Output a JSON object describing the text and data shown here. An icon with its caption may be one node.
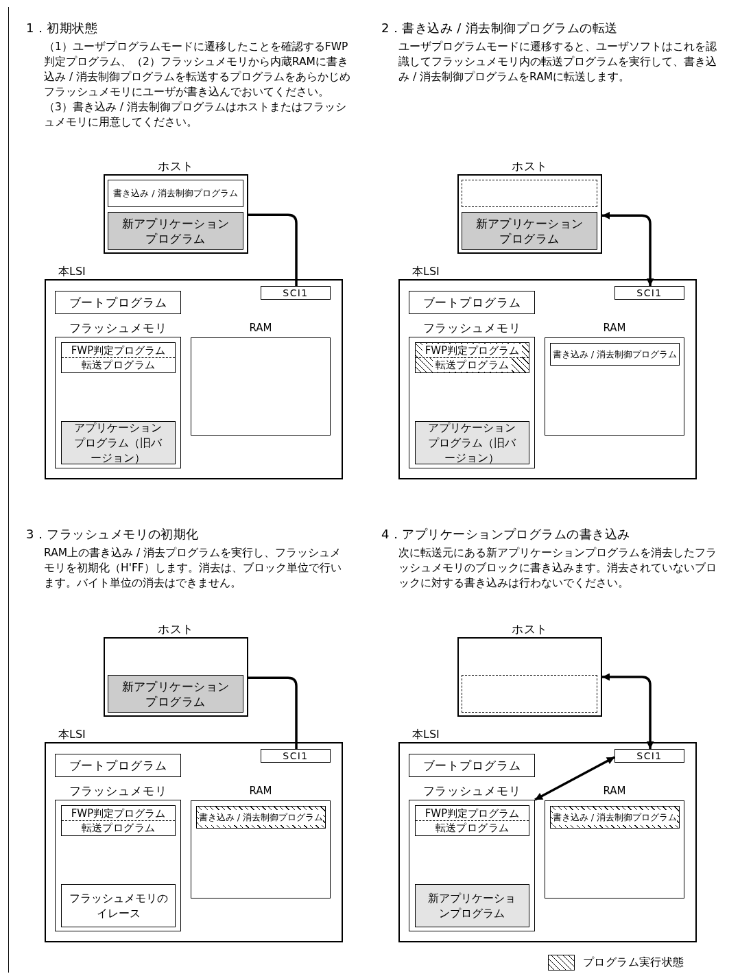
{
  "diagram": {
    "nodes": [
      {
        "text": [
          "ホスト"
        ]
      },
      {
        "text": [
          "書き込み / 消去制御プログラム"
        ],
        "in": 0
      },
      {
        "text": [
          "新アプリケーションプログラム"
        ],
        "in": 0
      },
      {
        "text": [
          "本LSI"
        ]
      },
      {
        "text": [
          "SCI1"
        ],
        "in": 3
      },
      {
        "text": [
          "ブートプログラム"
        ],
        "in": 3
      },
      {
        "text": [
          "フラッシュメモリ"
        ],
        "in": 3
      },
      {
        "text": [
          "FWP判定プログラム",
          "転送プログラム"
        ],
        "in": 6
      },
      {
        "text": [
          "アプリケーションプログラム（旧バージョン）"
        ],
        "in": 6
      },
      {
        "text": [
          "RAM"
        ],
        "in": 3
      },
      {
        "text": [
          "ホスト"
        ]
      },
      {
        "text": [],
        "shape": "box",
        "in": 10
      },
      {
        "text": [
          "新アプリケーションプログラム"
        ],
        "in": 10
      },
      {
        "text": [
          "本LSI"
        ]
      },
      {
        "text": [
          "SCI1"
        ],
        "in": 13
      },
      {
        "text": [
          "ブートプログラム"
        ],
        "in": 13
      },
      {
        "text": [
          "フラッシュメモリ"
        ],
        "in": 13
      },
      {
        "text": [
          "FWP判定プログラム",
          "転送プログラム"
        ],
        "in": 16
      },
      {
        "text": [
          "アプリケーションプログラム（旧バージョン）"
        ],
        "in": 16
      },
      {
        "text": [
          "RAM"
        ],
        "in": 13
      },
      {
        "text": [
          "書き込み / 消去制御プログラム"
        ],
        "in": 19
      },
      {
        "text": [
          "ホスト"
        ]
      },
      {
        "text": [
          "新アプリケーションプログラム"
        ],
        "in": 21
      },
      {
        "text": [
          "本LSI"
        ]
      },
      {
        "text": [
          "SCI1"
        ],
        "in": 23
      },
      {
        "text": [
          "ブートプログラム"
        ],
        "in": 23
      },
      {
        "text": [
          "フラッシュメモリ"
        ],
        "in": 23
      },
      {
        "text": [
          "FWP判定プログラム",
          "転送プログラム"
        ],
        "in": 26
      },
      {
        "text": [
          "フラッシュメモリのイレース"
        ],
        "in": 26
      },
      {
        "text": [
          "RAM"
        ],
        "in": 23
      },
      {
        "text": [
          "書き込み / 消去制御プログラム"
        ],
        "in": 29
      },
      {
        "text": [
          "ホスト"
        ]
      },
      {
        "text": [],
        "shape": "box",
        "in": 31
      },
      {
        "text": [
          "本LSI"
        ]
      },
      {
        "text": [
          "SCI1"
        ],
        "in": 33
      },
      {
        "text": [
          "ブートプログラム"
        ],
        "in": 33
      },
      {
        "text": [
          "フラッシュメモリ"
        ],
        "in": 33
      },
      {
        "text": [
          "FWP判定プログラム",
          "転送プログラム"
        ],
        "in": 36
      },
      {
        "text": [
          "新アプリケーションプログラム"
        ],
        "in": 36
      },
      {
        "text": [
          "RAM"
        ],
        "in": 33
      },
      {
        "text": [
          "書き込み / 消去制御プログラム"
        ],
        "in": 39
      }
    ],
    "edges": [
      {
        "from": 0,
        "to": 4,
        "arrow": "none"
      },
      {
        "from": 14,
        "to": 10,
        "arrow": "both"
      },
      {
        "from": 21,
        "to": 24,
        "arrow": "none"
      },
      {
        "from": 34,
        "to": 31,
        "arrow": "both"
      },
      {
        "from": 34,
        "to": 36,
        "arrow": "both"
      }
    ],
    "labels": [
      "1．初期状態",
      "（1）ユーザプログラムモードに遷移したことを確認するFWP判定プログラム、（2）フラッシュメモリから内蔵RAMに書き込み / 消去制御プログラムを転送するプログラムをあらかじめフラッシュメモリにユーザが書き込んでおいてください。（3）書き込み / 消去制御プログラムはホストまたはフラッシュメモリに用意してください。",
      "2．書き込み / 消去制御プログラムの転送",
      "ユーザプログラムモードに遷移すると、ユーザソフトはこれを認識してフラッシュメモリ内の転送プログラムを実行して、書き込み / 消去制御プログラムをRAMに転送します。",
      "3．フラッシュメモリの初期化",
      "RAM上の書き込み / 消去プログラムを実行し、フラッシュメモリを初期化（H'FF）します。消去は、ブロック単位で行います。バイト単位の消去はできません。",
      "4．アプリケーションプログラムの書き込み",
      "次に転送元にある新アプリケーションプログラムを消去したフラッシュメモリのブロックに書き込みます。消去されていないブロックに対する書き込みは行わないでください。"
    ],
    "legend": [
      {
        "text": "プログラム実行状態"
      }
    ]
  }
}
